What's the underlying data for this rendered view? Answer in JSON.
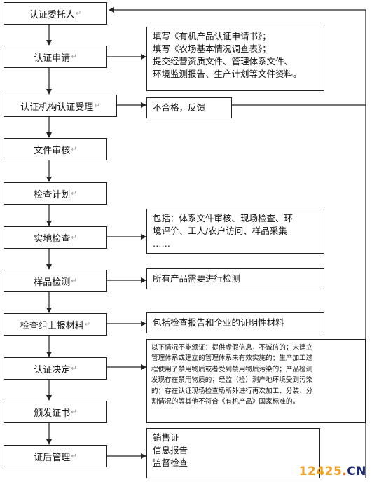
{
  "steps": [
    "认证委托人",
    "认证申请",
    "认证机构认证受理",
    "文件审核",
    "检查计划",
    "实地检查",
    "样品检测",
    "检查组上报材料",
    "认证决定",
    "颁发证书",
    "证后管理"
  ],
  "notes": {
    "application": [
      "填写《有机产品认证申请书》；",
      "填写《农场基本情况调查表》；",
      "提交经营资质文件、管理体系文件、",
      "环境监测报告、生产计划等文件资料。"
    ],
    "acceptance_fail": [
      "不合格，反馈"
    ],
    "inspection": [
      "包括：体系文件审核、现场检查、环",
      "境评价、工人/农户访问、样品采集",
      "……"
    ],
    "sampling": [
      "所有产品需要进行检测"
    ],
    "report": [
      "包括检查报告和企业的证明性材料"
    ],
    "decision": [
      "以下情况不能颁证：提供虚假信息，不诚信的；未建立",
      "管理体系或建立的管理体系未有效实施的；生产加工过",
      "程使用了禁用物质或者受到禁用物质污染的；产品检测",
      "发现存在禁用物质的；经监（检）测产地环境受到污染",
      "的；存在认证现场检查场所外进行再次加工、分装、分",
      "割情况的等其他不符合《有机产品》国家标准的。"
    ],
    "post": [
      "销售证",
      "信息报告",
      "监督检查"
    ]
  },
  "watermark": {
    "number": "12425",
    "dot": ".",
    "suffix": "CN"
  },
  "colors": {
    "line": "#222222",
    "watermark_number": "#f0a020",
    "watermark_suffix": "#1e2a6e"
  }
}
